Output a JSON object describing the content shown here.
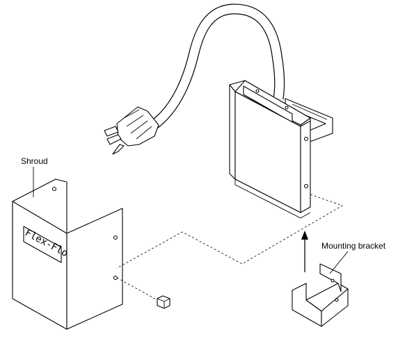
{
  "labels": {
    "shroud": "Shroud",
    "mounting_bracket": "Mounting bracket",
    "panel_text": "Flex-Flo"
  }
}
